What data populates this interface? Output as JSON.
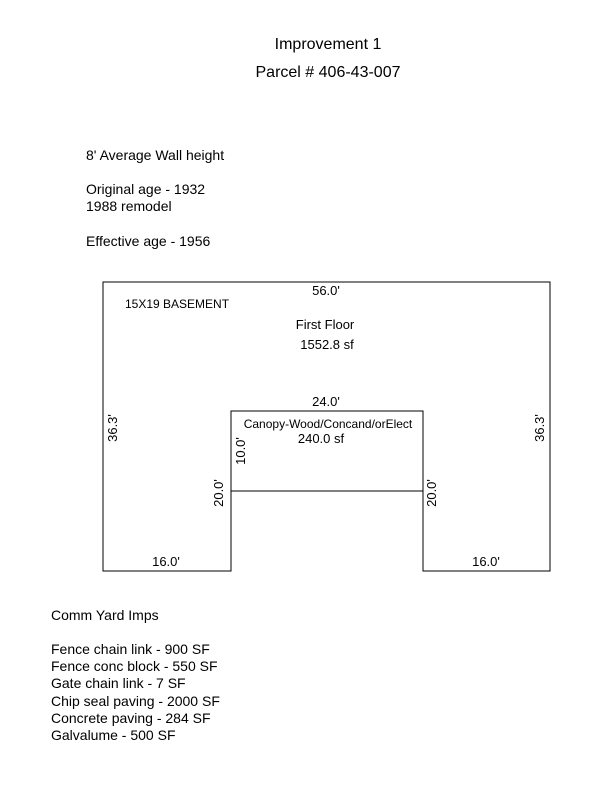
{
  "header": {
    "line1": "Improvement 1",
    "line2": "Parcel # 406-43-007"
  },
  "notes": {
    "wall_height": "8' Average Wall height",
    "original_age": "Original age - 1932",
    "remodel": "1988 remodel",
    "effective_age": "Effective age - 1956"
  },
  "sketch": {
    "basement_label": "15X19 BASEMENT",
    "first_floor": {
      "name": "First Floor",
      "area": "1552.8 sf"
    },
    "canopy": {
      "name": "Canopy-Wood/Concand/orElect",
      "area": "240.0 sf"
    },
    "dimensions": {
      "top": "56.0'",
      "left": "36.3'",
      "right": "36.3'",
      "bottom_left": "16.0'",
      "bottom_right": "16.0'",
      "notch_top": "24.0'",
      "notch_left": "20.0'",
      "notch_right": "20.0'",
      "canopy_height": "10.0'"
    }
  },
  "yard": {
    "title": "Comm Yard Imps",
    "items": [
      "Fence chain link - 900 SF",
      "Fence conc block - 550 SF",
      "Gate chain link - 7 SF",
      "Chip seal paving - 2000 SF",
      "Concrete paving - 284 SF",
      "Galvalume - 500 SF"
    ]
  }
}
